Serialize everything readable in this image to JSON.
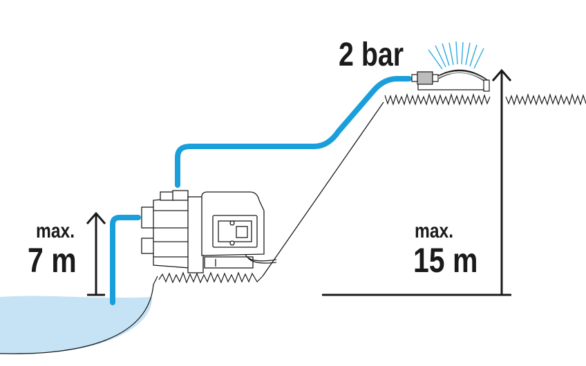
{
  "diagram": {
    "title": "Pump installation diagram: suction and delivery heights",
    "pressure_label": "2 bar",
    "suction": {
      "prefix": "max.",
      "value": "7 m"
    },
    "delivery": {
      "prefix": "max.",
      "value": "15 m"
    },
    "colors": {
      "hose": "#1a9fdb",
      "water": "#c6e3f5",
      "line": "#1a1a1a",
      "spray": "#2aa9e0"
    },
    "components": [
      "water-source",
      "suction-hose",
      "garden-pump",
      "delivery-hose",
      "sprinkler",
      "grass",
      "slope"
    ]
  }
}
